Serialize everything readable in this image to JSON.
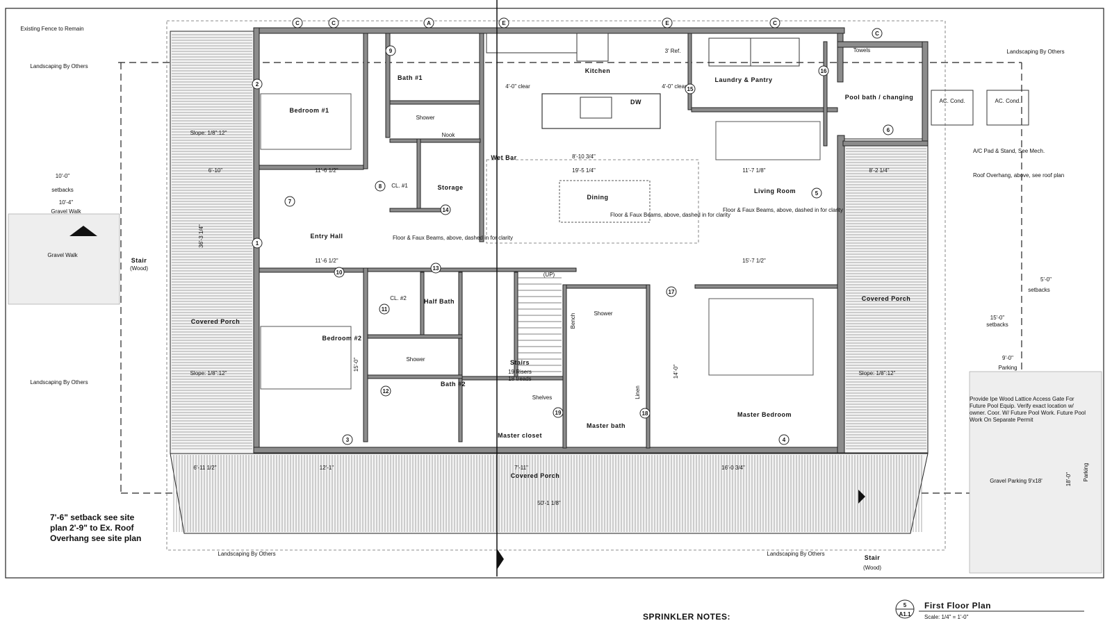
{
  "rooms": {
    "bedroom1": "Bedroom #1",
    "bath1": "Bath #1",
    "kitchen": "Kitchen",
    "laundry": "Laundry & Pantry",
    "pool_bath": "Pool bath / changing",
    "storage": "Storage",
    "wet_bar": "Wet Bar",
    "dining": "Dining",
    "living": "Living Room",
    "entry": "Entry Hall",
    "bedroom2": "Bedroom #2",
    "half_bath": "Half Bath",
    "stairs": "Stairs",
    "stairs_sub1": "19 Risers",
    "stairs_sub2": "18 treads",
    "bath2": "Bath #2",
    "master_closet": "Master closet",
    "master_bath": "Master bath",
    "master_bedroom": "Master Bedroom",
    "covered_porch_left": "Covered Porch",
    "covered_porch_right": "Covered Porch",
    "covered_porch_bottom": "Covered Porch",
    "shower1": "Shower",
    "shower2": "Shower",
    "shower3": "Shower",
    "nook": "Nook",
    "cl1": "CL. #1",
    "cl2": "CL. #2",
    "linen": "Linen",
    "shelves": "Shelves",
    "bench": "Bench",
    "stair_left": "Stair",
    "stair_left_sub": "(Wood)",
    "stair_bottom": "Stair",
    "stair_bottom_sub": "(Wood)",
    "ref": "3' Ref.",
    "dw": "DW",
    "towels": "Towels",
    "up": "(UP)"
  },
  "notes": {
    "fence": "Existing Fence to Remain",
    "landscape": "Landscaping By Others",
    "gravel_walk": "Gravel Walk",
    "gravel_walk_dim": "Gravel Walk",
    "setbacks": "setbacks",
    "slope": "Slope: 1/8\":12\"",
    "beams": "Floor & Faux Beams, above, dashed in for clarity",
    "ac_pad": "A/C Pad & Stand, See Mech.",
    "roof_over": "Roof Overhang, above, see roof plan",
    "ac": "AC. Cond.",
    "parking": "Parking",
    "gravel_parking": "Gravel Parking 9'x18'",
    "gate": "Provide Ipe Wood Lattice Access Gate For Future Pool Equip. Verify exact location w/ owner. Coor. W/ Future Pool Work. Future Pool Work On Separate Permit",
    "setback_note": "7'-6\" setback see site plan 2'-9\" to Ex. Roof Overhang see site plan",
    "sprinkler": "SPRINKLER NOTES:"
  },
  "title_block": {
    "title": "First Floor Plan",
    "scale": "Scale: 1/4\" = 1'-0\"",
    "num": "5",
    "sheet": "A1.1"
  },
  "dims": {
    "d1": "10'-0\"",
    "d2": "10'-4\"",
    "d3": "6'-10\"",
    "d4": "11'-6 1/2\"",
    "d5": "19'-5 1/4\"",
    "d6": "11'-7 1/8\"",
    "d7": "8'-2 1/4\"",
    "d8": "15'-7 1/2\"",
    "d9": "50'-1 1/8\"",
    "d10": "36'-3 1/4\"",
    "d11": "14'-0\"",
    "d12": "15'-0\"",
    "d13": "8'-10 3/4\"",
    "d14": "4'-0\" clear",
    "d15": "16'-0 3/4\"",
    "d16": "7'-11\"",
    "d17": "12'-1\"",
    "d18": "6'-11 1/2\"",
    "d19": "9'-0\"",
    "d20": "15'-0\"",
    "d21": "5'-0\"",
    "d22": "18'-0\""
  }
}
